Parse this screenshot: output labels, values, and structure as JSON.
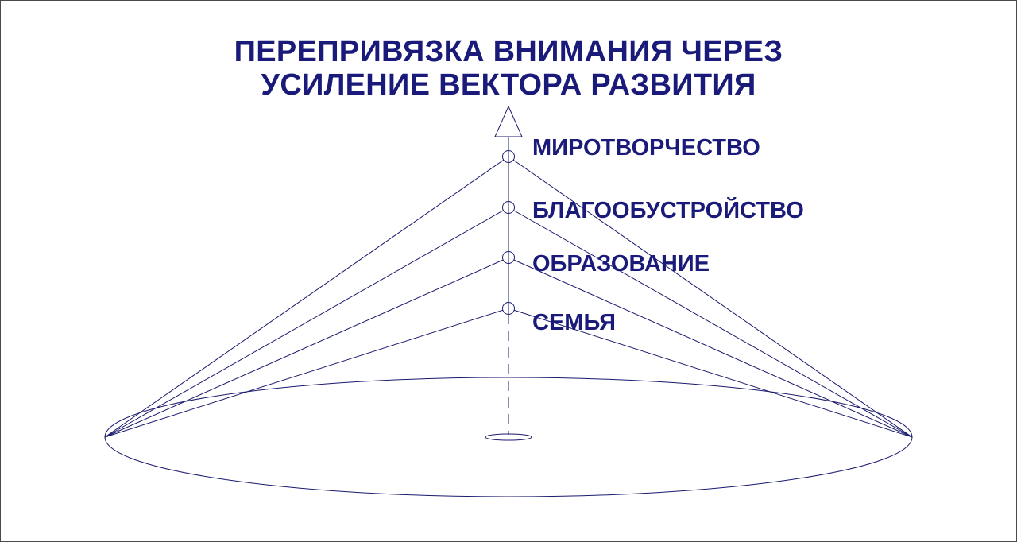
{
  "title": {
    "line1": "ПЕРЕПРИВЯЗКА ВНИМАНИЯ ЧЕРЕЗ",
    "line2": "УСИЛЕНИЕ ВЕКТОРА РАЗВИТИЯ"
  },
  "levels": [
    {
      "label": "МИРОТВОРЧЕСТВО"
    },
    {
      "label": "БЛАГООБУСТРОЙСТВО"
    },
    {
      "label": "ОБРАЗОВАНИЕ"
    },
    {
      "label": "СЕМЬЯ"
    }
  ],
  "colors": {
    "text": "#1a1a7a",
    "lines": "#1a1a6e",
    "frame": "#4a4a4a",
    "background": "#ffffff"
  }
}
